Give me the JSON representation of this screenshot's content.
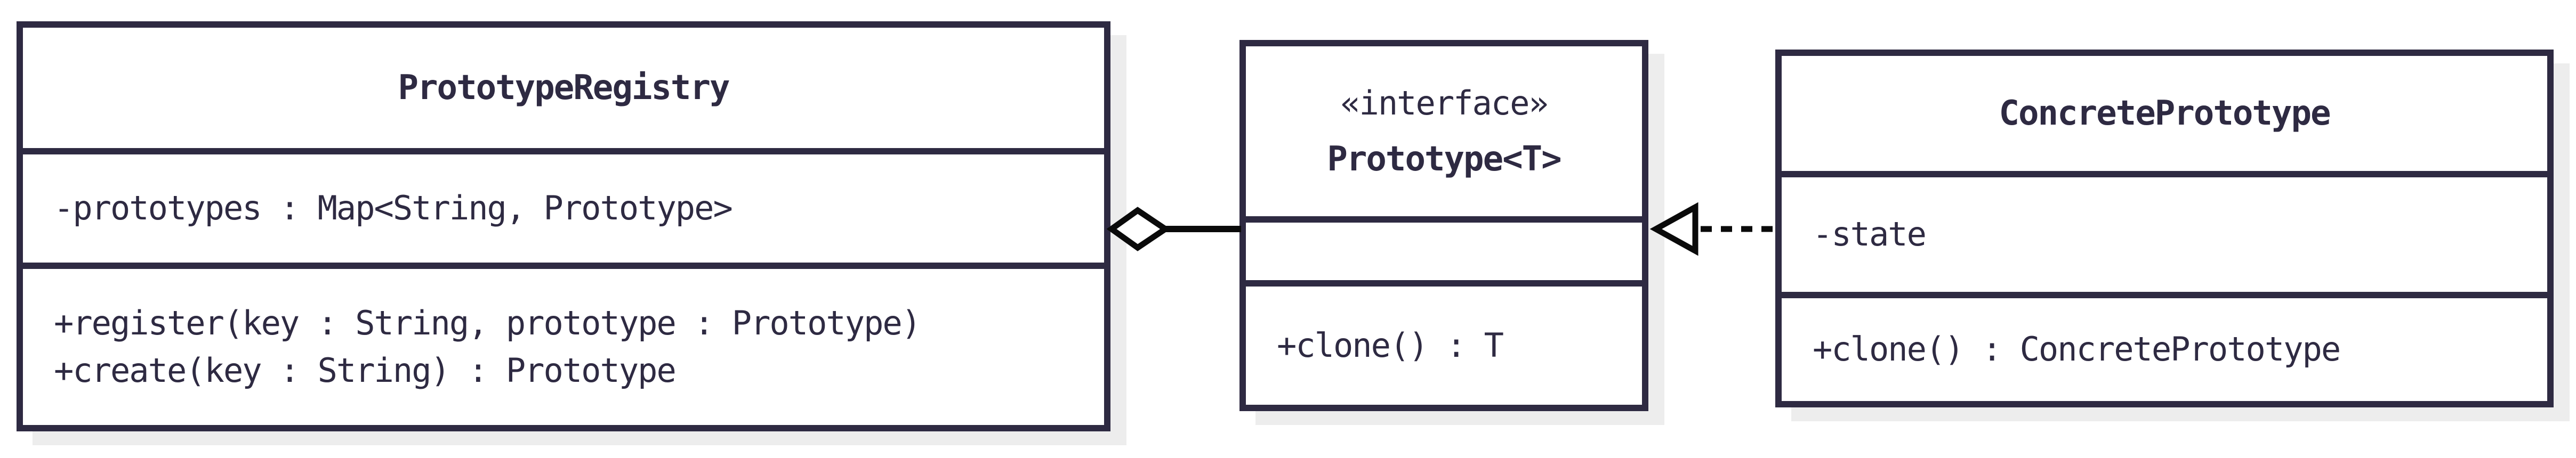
{
  "colors": {
    "border": "#2e2a42",
    "text": "#2e2a42",
    "connector": "#0a0a0a",
    "shadow": "#ededed",
    "background": "#ffffff"
  },
  "classes": [
    {
      "title": "PrototypeRegistry",
      "attributes": [
        "-prototypes : Map<String, Prototype>"
      ],
      "methods": [
        "+register(key : String, prototype : Prototype)",
        "+create(key : String) : Prototype"
      ]
    },
    {
      "stereotype": "«interface»",
      "title": "Prototype<T>",
      "attributes": [],
      "methods": [
        "+clone() : T"
      ]
    },
    {
      "title": "ConcretePrototype",
      "attributes": [
        "-state"
      ],
      "methods": [
        "+clone() : ConcretePrototype"
      ]
    }
  ],
  "connectors": [
    {
      "type": "aggregation",
      "from": "Prototype<T>",
      "to": "PrototypeRegistry",
      "line": "solid",
      "marker": "hollow-diamond"
    },
    {
      "type": "realization",
      "from": "ConcretePrototype",
      "to": "Prototype<T>",
      "line": "dashed",
      "marker": "hollow-triangle"
    }
  ]
}
